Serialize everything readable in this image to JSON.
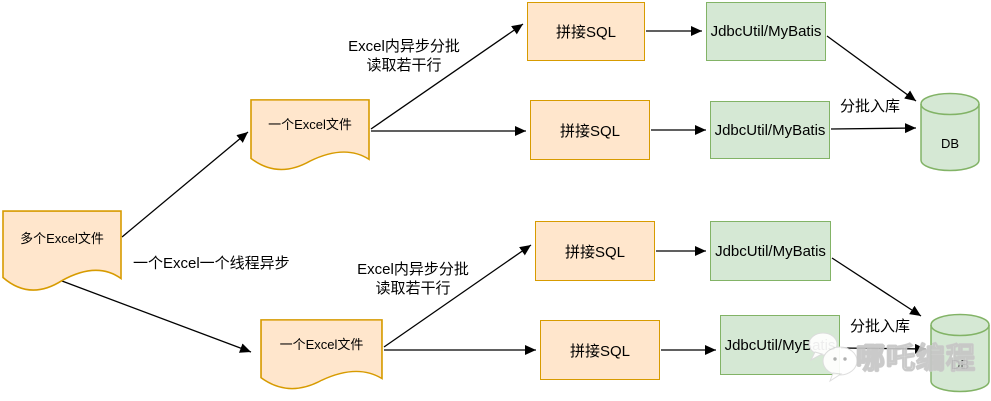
{
  "nodes": {
    "multi_excel_doc": "多个Excel文件",
    "excel_doc_top": "一个Excel文件",
    "excel_doc_bottom": "一个Excel文件",
    "sql_box_1": "拼接SQL",
    "sql_box_2": "拼接SQL",
    "sql_box_3": "拼接SQL",
    "sql_box_4": "拼接SQL",
    "jdbc_box_1": "JdbcUtil/MyBatis",
    "jdbc_box_2": "JdbcUtil/MyBatis",
    "jdbc_box_3": "JdbcUtil/MyBatis",
    "jdbc_box_4": "JdbcUtil/MyBatis",
    "db_top": "DB",
    "db_bottom": "DB"
  },
  "edge_labels": {
    "one_thread_per_excel": "一个Excel一个线程异步",
    "batch_read_top_line1": "Excel内异步分批",
    "batch_read_top_line2": "读取若干行",
    "batch_read_bottom_line1": "Excel内异步分批",
    "batch_read_bottom_line2": "读取若干行",
    "batch_store_top": "分批入库",
    "batch_store_bottom": "分批入库"
  },
  "watermark": {
    "text": "哪吒编程",
    "icon": "chat-bubbles-icon"
  },
  "colors": {
    "orange_fill": "#ffe6cc",
    "orange_stroke": "#d79b00",
    "green_fill": "#d5e8d4",
    "green_stroke": "#82b366",
    "arrow": "#000000",
    "text": "#000000",
    "watermark_text": "#ffffff"
  }
}
